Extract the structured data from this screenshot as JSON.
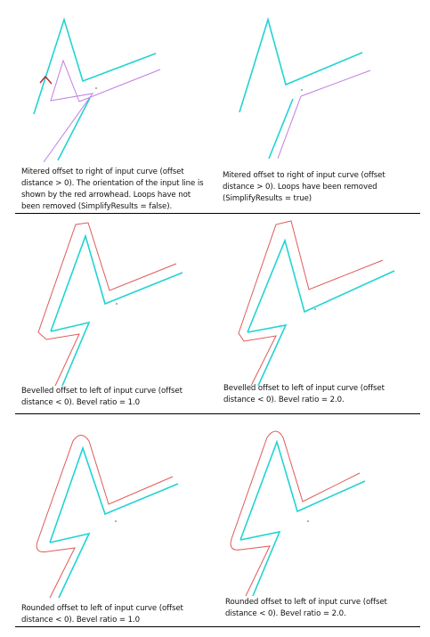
{
  "colors": {
    "input_curve": "#22d3d3",
    "offset_mitered": "#c07ee0",
    "offset_other": "#e05a5a",
    "arrowhead": "#c02020",
    "center_point": "#9a9a9a",
    "rule": "#000000"
  },
  "panels": [
    {
      "id": "p1",
      "caption": "Mitered offset to right of input curve (offset distance > 0). The orientation of the input line is shown by the red arrowhead. Loops have not been removed (SimplifyResults = false).",
      "offset_style": "mitered",
      "offset_side": "right",
      "offset_sign": "> 0",
      "bevel_ratio": null,
      "loops_removed": false,
      "shows_arrowhead": true
    },
    {
      "id": "p2",
      "caption": "Mitered offset to right of input curve (offset distance > 0). Loops have been removed (SimplifyResults = true)",
      "offset_style": "mitered",
      "offset_side": "right",
      "offset_sign": "> 0",
      "bevel_ratio": null,
      "loops_removed": true,
      "shows_arrowhead": false
    },
    {
      "id": "p3",
      "caption": "Bevelled offset to left of input curve (offset distance < 0). Bevel ratio = 1.0",
      "offset_style": "bevelled",
      "offset_side": "left",
      "offset_sign": "< 0",
      "bevel_ratio": "1.0",
      "shows_arrowhead": false
    },
    {
      "id": "p4",
      "caption": "Bevelled offset to left of input curve (offset distance < 0). Bevel ratio = 2.0.",
      "offset_style": "bevelled",
      "offset_side": "left",
      "offset_sign": "< 0",
      "bevel_ratio": "2.0",
      "shows_arrowhead": false
    },
    {
      "id": "p5",
      "caption": "Rounded offset to left of input curve (offset distance < 0). Bevel ratio = 1.0",
      "offset_style": "rounded",
      "offset_side": "left",
      "offset_sign": "< 0",
      "bevel_ratio": "1.0",
      "shows_arrowhead": false
    },
    {
      "id": "p6",
      "caption": "Rounded offset to left of input curve (offset distance < 0). Bevel ratio = 2.0.",
      "offset_style": "rounded",
      "offset_side": "left",
      "offset_sign": "< 0",
      "bevel_ratio": "2.0",
      "shows_arrowhead": false
    }
  ]
}
